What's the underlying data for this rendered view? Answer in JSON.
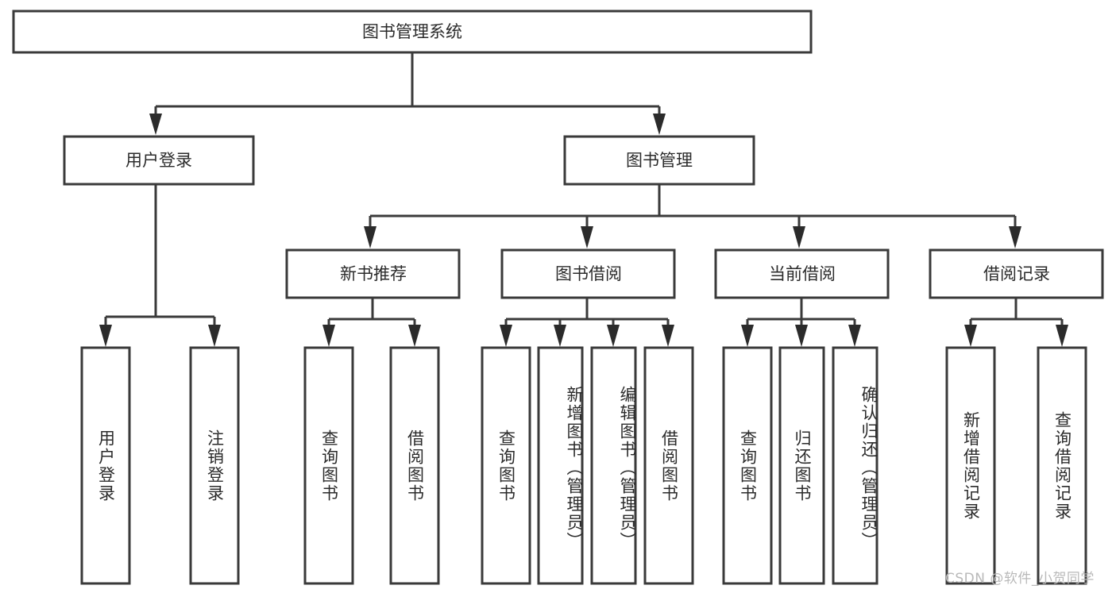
{
  "diagram": {
    "type": "tree-hierarchy-chart",
    "title": "图书管理系统",
    "background_color": "#ffffff",
    "line_color": "#3a3a3a",
    "text_color": "#2b2b2b",
    "root": {
      "label": "图书管理系统"
    },
    "level2": [
      {
        "label": "用户登录"
      },
      {
        "label": "图书管理"
      }
    ],
    "level3": [
      {
        "label": "新书推荐"
      },
      {
        "label": "图书借阅"
      },
      {
        "label": "当前借阅"
      },
      {
        "label": "借阅记录"
      }
    ],
    "leaves": {
      "user_login": [
        {
          "label": "用户登录"
        },
        {
          "label": "注销登录"
        }
      ],
      "new_book_recommend": [
        {
          "label": "查询图书"
        },
        {
          "label": "借阅图书"
        }
      ],
      "book_borrow": [
        {
          "label": "查询图书"
        },
        {
          "label": "新增图书（管理员）"
        },
        {
          "label": "编辑图书（管理员）"
        },
        {
          "label": "借阅图书"
        }
      ],
      "current_borrow": [
        {
          "label": "查询图书"
        },
        {
          "label": "归还图书"
        },
        {
          "label": "确认归还（管理员）"
        }
      ],
      "borrow_record": [
        {
          "label": "新增借阅记录"
        },
        {
          "label": "查询借阅记录"
        }
      ]
    }
  },
  "watermark": {
    "text": "CSDN @软件_小贺同学"
  }
}
